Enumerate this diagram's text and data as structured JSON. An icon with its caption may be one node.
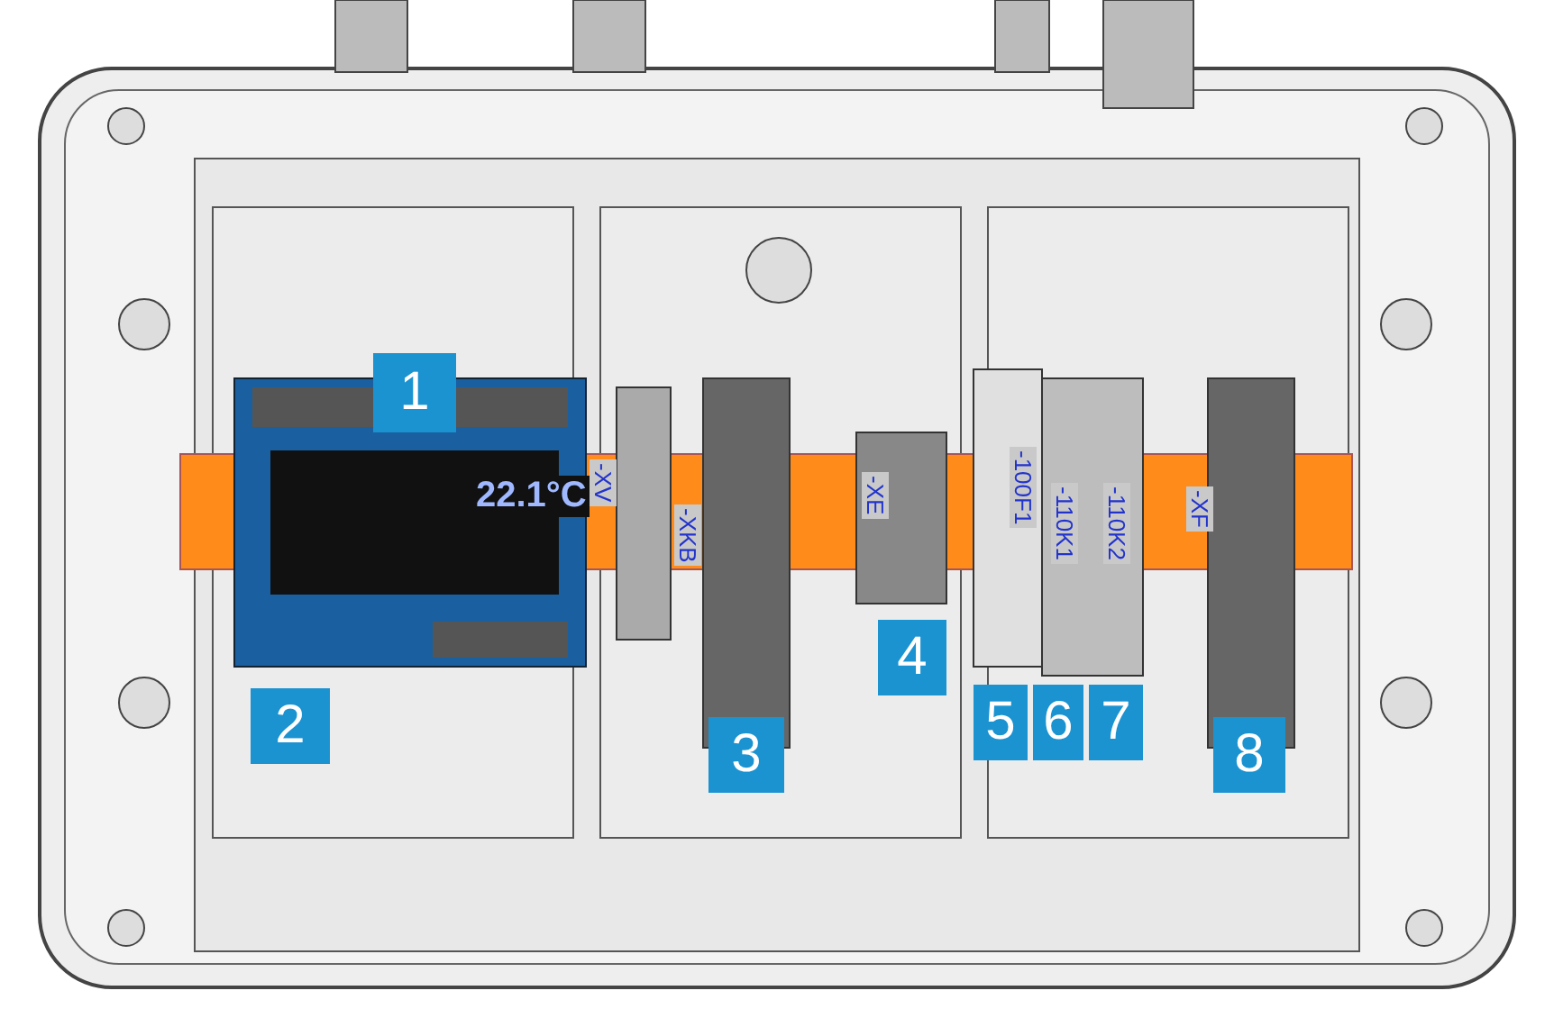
{
  "diagram": {
    "labels": [
      "1",
      "22.1°C",
      "-XV",
      "-XKB",
      "-XE",
      "-100F1",
      "-110K1",
      "-110K2",
      "-XF",
      "2",
      "4",
      "3",
      "5",
      "6",
      "7",
      "8"
    ]
  }
}
